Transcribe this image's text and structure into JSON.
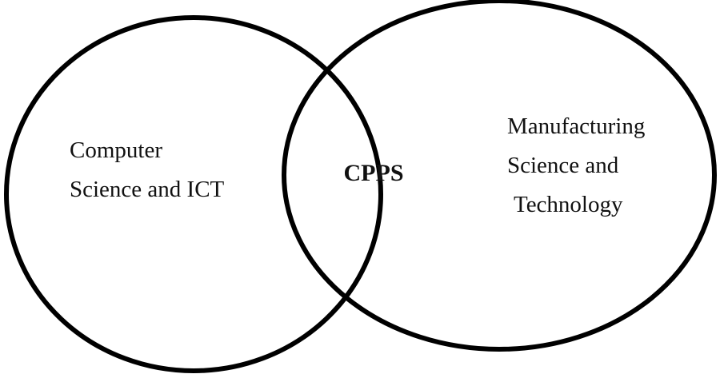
{
  "diagram": {
    "left_set": {
      "lines": [
        "Computer",
        "Science and ICT"
      ]
    },
    "right_set": {
      "lines": [
        "Manufacturing",
        "Science and",
        "Technology"
      ]
    },
    "intersection": {
      "label": "CPPS"
    },
    "colors": {
      "stroke": "#000000",
      "text": "#111111",
      "background": "#ffffff"
    }
  }
}
